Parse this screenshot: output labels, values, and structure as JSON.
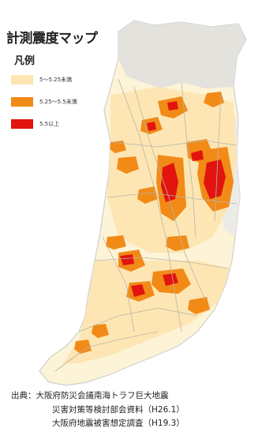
{
  "map": {
    "title": "計測震度マップ",
    "legend_title": "凡例",
    "legend": [
      {
        "label": "5～5.25未満",
        "color": "#fde6b4"
      },
      {
        "label": "5.25～5.5未満",
        "color": "#f28a17"
      },
      {
        "label": "5.5以上",
        "color": "#e1140f"
      }
    ],
    "colors": {
      "base": "#fdf3d6",
      "low": "#fde6b4",
      "mid": "#f28a17",
      "high": "#e1140f",
      "outline": "#cfcfcf",
      "roads": "#b9b4a8"
    }
  },
  "source": {
    "line1": "出典：大阪府防災会議南海トラフ巨大地震",
    "line2": "災害対策等検討部会資料（H26.1）",
    "line3": "大阪府地震被害想定調査（H19.3）"
  }
}
